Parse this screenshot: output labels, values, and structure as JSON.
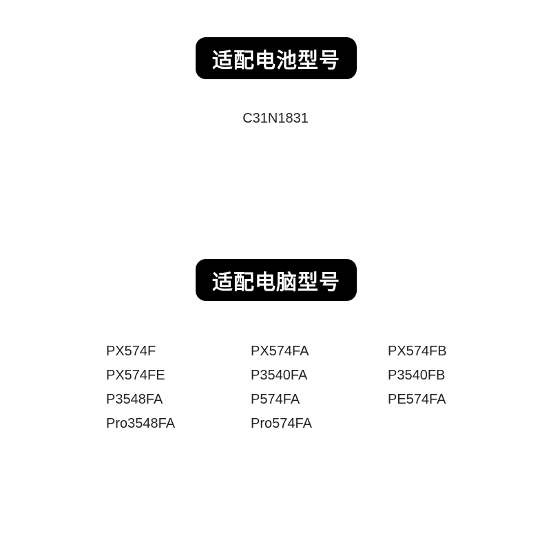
{
  "battery_section": {
    "title": "适配电池型号",
    "model": "C31N1831"
  },
  "laptop_section": {
    "title": "适配电脑型号",
    "columns": [
      [
        "PX574F",
        "PX574FE",
        "P3548FA",
        "Pro3548FA"
      ],
      [
        "PX574FA",
        "P3540FA",
        "P574FA",
        "Pro574FA"
      ],
      [
        "PX574FB",
        "P3540FB",
        "PE574FA"
      ]
    ]
  }
}
